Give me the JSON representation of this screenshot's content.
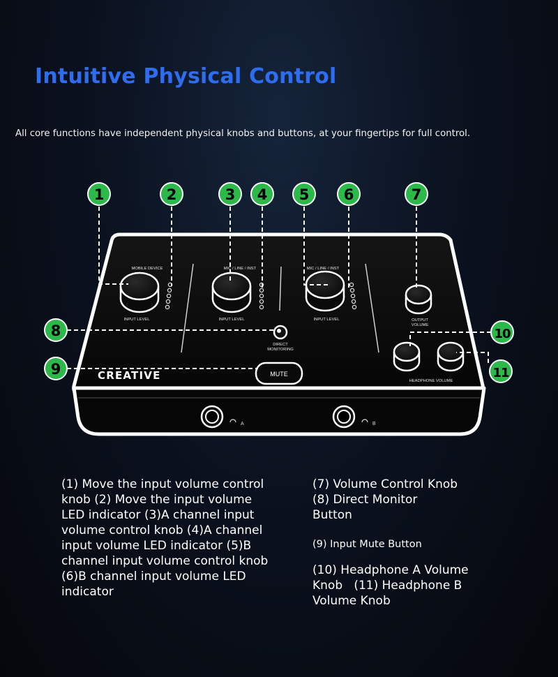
{
  "header": {
    "title": "Intuitive Physical Control",
    "subtitle": "All core functions have independent physical knobs and buttons, at your fingertips for full control."
  },
  "callouts": [
    "1",
    "2",
    "3",
    "4",
    "5",
    "6",
    "7",
    "8",
    "9",
    "10",
    "11"
  ],
  "device": {
    "brand": "CREATIVE",
    "knob_labels": {
      "mobile_device": "MOBILE DEVICE",
      "mic_line_inst_a": "MIC / LINE / INST",
      "mic_line_inst_b": "MIC / LINE / INST",
      "input_level_1": "INPUT LEVEL",
      "input_level_2": "INPUT LEVEL",
      "input_level_3": "INPUT LEVEL",
      "output_volume_1": "OUTPUT",
      "output_volume_2": "VOLUME",
      "direct_monitoring_1": "DIRECT",
      "direct_monitoring_2": "MONITORING",
      "headphone_volume": "HEADPHONE VOLUME"
    },
    "mute_label": "MUTE",
    "jack_a": "A",
    "jack_b": "B"
  },
  "descriptions": {
    "left_lines": [
      "(1) Move the input volume control",
      "knob (2) Move the input volume",
      "LED indicator (3)A channel input",
      "volume control knob (4)A channel",
      "input volume LED indicator (5)B",
      "channel input volume control knob",
      "(6)B channel input volume LED",
      "indicator"
    ],
    "right_block1": [
      "(7) Volume Control Knob",
      "(8) Direct Monitor",
      "Button"
    ],
    "right_block2": [
      "(9) Input Mute Button"
    ],
    "right_block3": [
      "(10) Headphone A Volume",
      "Knob   (11) Headphone B",
      "Volume Knob"
    ]
  },
  "colors": {
    "title": "#2f6df0",
    "callout_fill": "#2db84a",
    "device_body": "#0d0d0d",
    "device_outline": "#ffffff"
  }
}
